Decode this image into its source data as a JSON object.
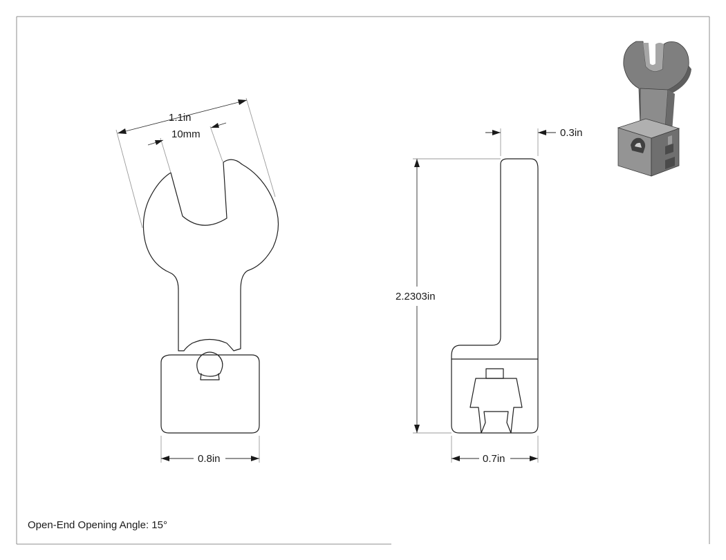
{
  "drawing": {
    "dimensions": {
      "overall_head_width": "1.1in",
      "jaw_opening": "10mm",
      "body_width_front": "0.8in",
      "height": "2.2303in",
      "shank_thickness": "0.3in",
      "body_width_side": "0.7in"
    },
    "note": "Open-End Opening Angle: 15°",
    "colors": {
      "line": "#1f1f1f",
      "extension": "#9a9a9a",
      "render_body": "#8a8a8a",
      "render_dark": "#5a5a5a",
      "render_light": "#b5b5b5"
    },
    "icons": {
      "iso_view": "wrench-isometric-render"
    }
  }
}
